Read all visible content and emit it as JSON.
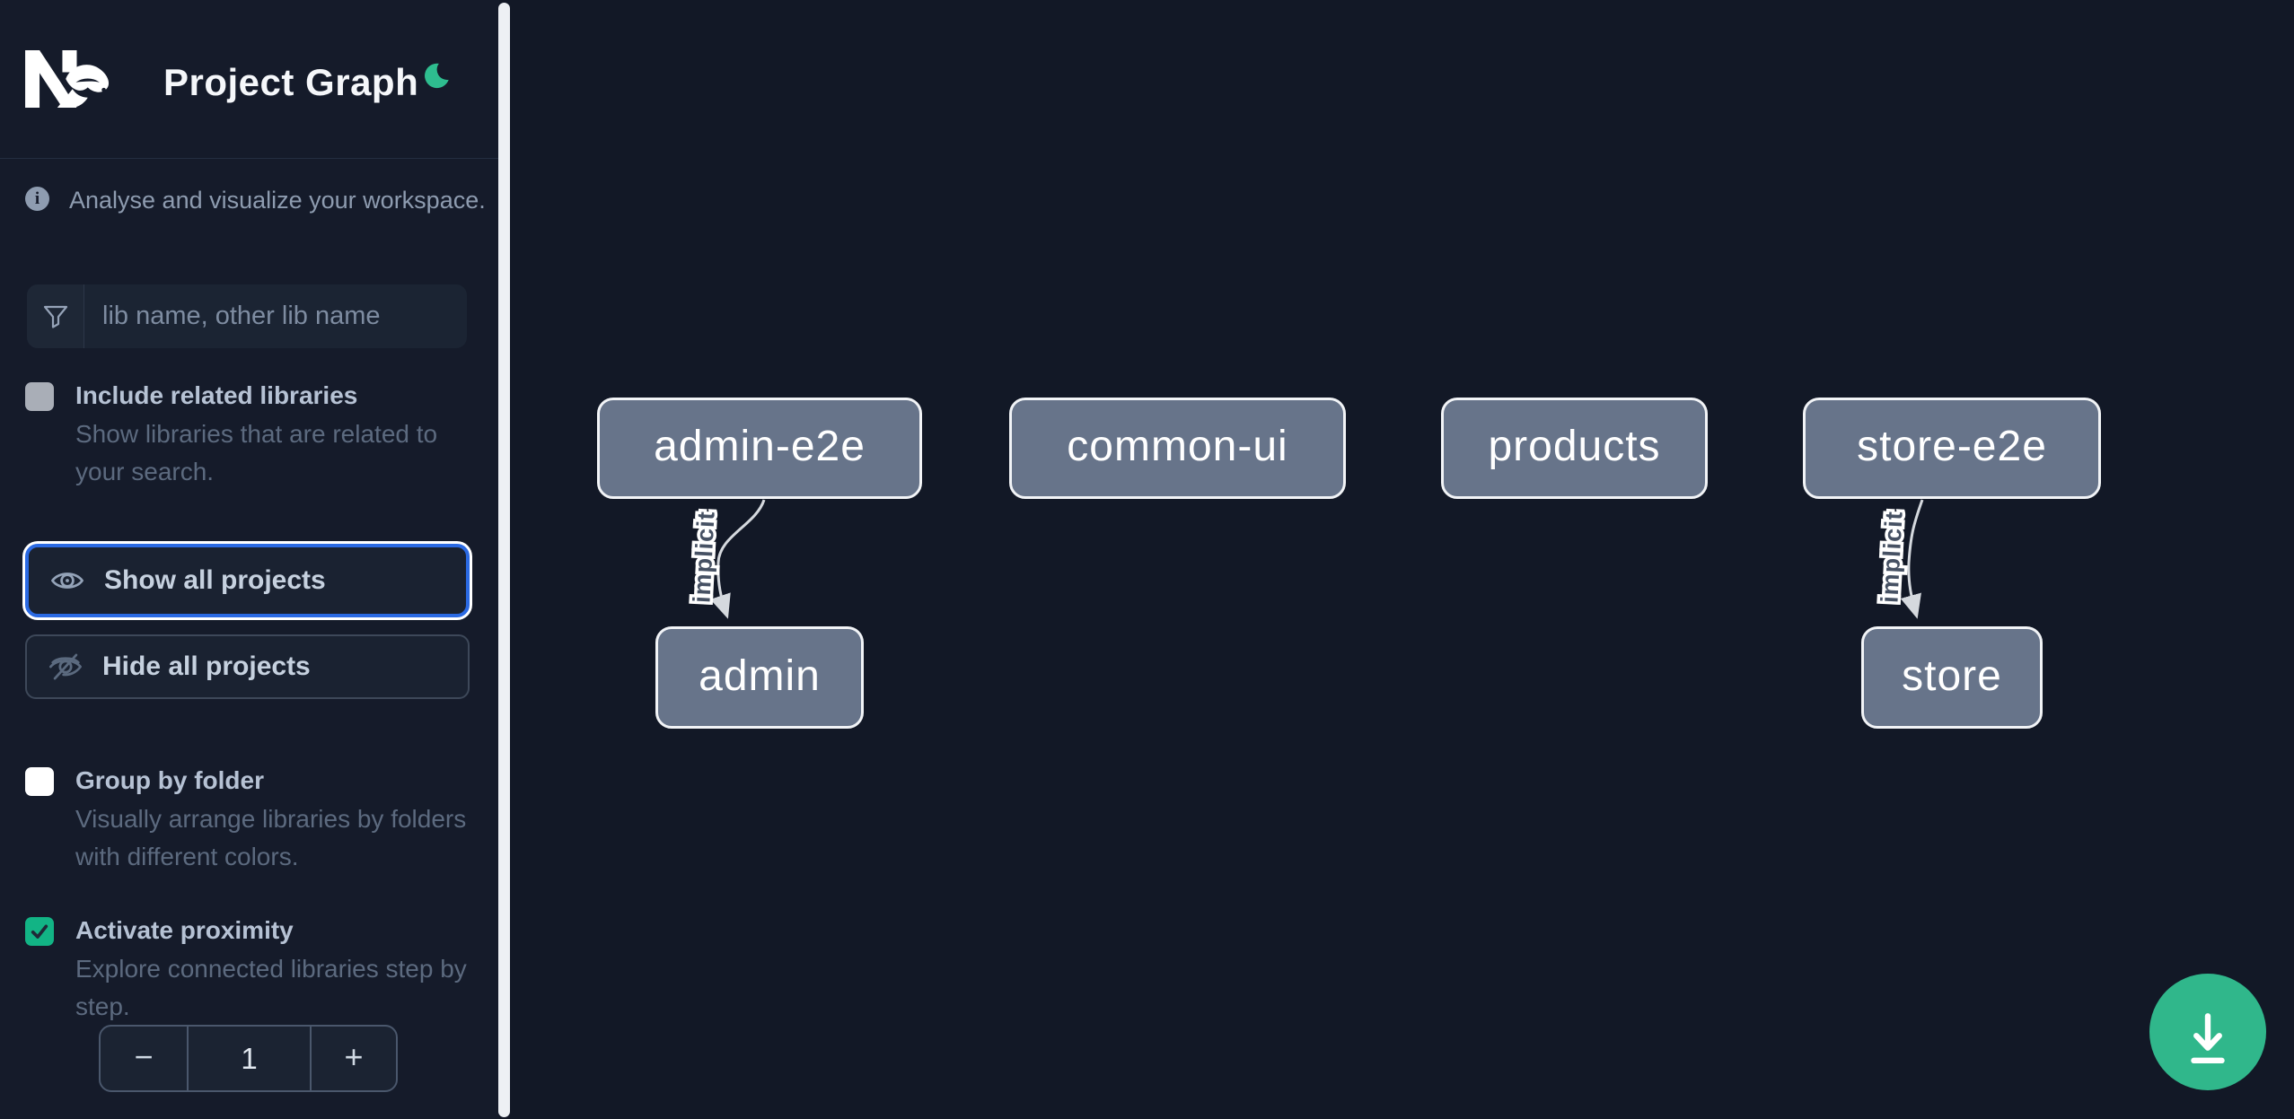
{
  "app": {
    "title": "Project Graph"
  },
  "intro": {
    "text": "Analyse and visualize your workspace."
  },
  "search": {
    "placeholder": "lib name, other lib name",
    "value": ""
  },
  "filters": {
    "include_related": {
      "label": "Include related libraries",
      "description": "Show libraries that are related to your search.",
      "checked": false,
      "disabled": true
    },
    "group_by_folder": {
      "label": "Group by folder",
      "description": "Visually arrange libraries by folders with different colors.",
      "checked": false
    },
    "activate_proximity": {
      "label": "Activate proximity",
      "description": "Explore connected libraries step by step.",
      "checked": true
    }
  },
  "actions": {
    "show_all": {
      "label": "Show all projects",
      "focused": true
    },
    "hide_all": {
      "label": "Hide all projects",
      "focused": false
    }
  },
  "proximity_stepper": {
    "decrement": "−",
    "value": "1",
    "increment": "+"
  },
  "graph": {
    "nodes": [
      {
        "id": "admin-e2e",
        "label": "admin-e2e"
      },
      {
        "id": "common-ui",
        "label": "common-ui"
      },
      {
        "id": "products",
        "label": "products"
      },
      {
        "id": "store-e2e",
        "label": "store-e2e"
      },
      {
        "id": "admin",
        "label": "admin"
      },
      {
        "id": "store",
        "label": "store"
      }
    ],
    "edges": [
      {
        "from": "admin-e2e",
        "to": "admin",
        "label": "implicit",
        "type": "implicit"
      },
      {
        "from": "store-e2e",
        "to": "store",
        "label": "implicit",
        "type": "implicit"
      }
    ]
  },
  "icons": {
    "theme_toggle": "moon-icon",
    "info": "info-icon",
    "search": "funnel-icon",
    "show_all": "eye-icon",
    "hide_all": "eye-off-icon",
    "fab": "download-icon"
  },
  "colors": {
    "accent_green": "#30b78b",
    "focus_blue": "#2b6ae3",
    "checkbox_checked_green": "#12b485",
    "node_fill": "#67748a",
    "node_border": "#f2f4f7",
    "edge": "#d5d9de",
    "sidebar_bg": "#151b2a",
    "canvas_bg": "#121826"
  }
}
